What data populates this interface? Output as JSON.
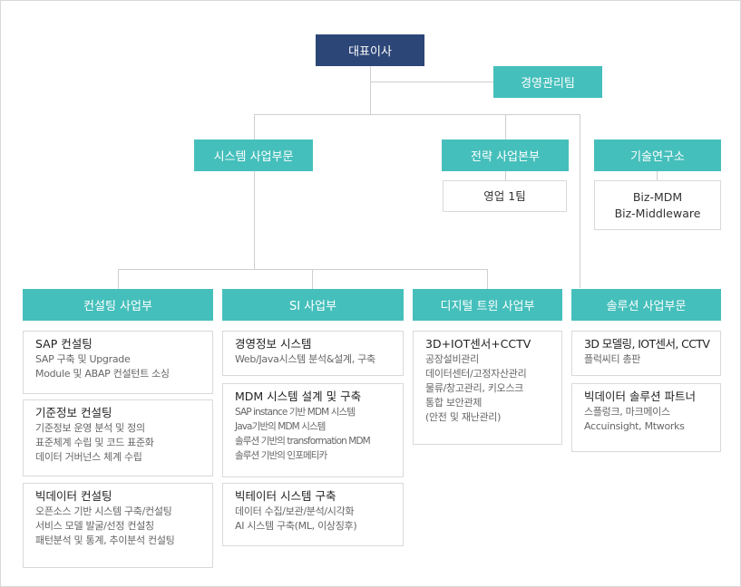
{
  "ceo": "대표이사",
  "management": "경영관리팀",
  "divisions": {
    "system": "시스템 사업부문",
    "strategy": "전략 사업본부",
    "research": "기술연구소",
    "solution": "솔루션 사업부문"
  },
  "strategy_team": "영업 1팀",
  "research_items": [
    "Biz-MDM",
    "Biz-Middleware"
  ],
  "units": {
    "consulting": "컨설팅 사업부",
    "si": "SI 사업부",
    "digital_twin": "디지털 트윈 사업부"
  },
  "consulting_boxes": [
    {
      "title": "SAP 컨설팅",
      "lines": [
        "SAP 구축 및 Upgrade",
        "Module 및 ABAP 컨설턴트 소싱"
      ]
    },
    {
      "title": "기준정보 컨설팅",
      "lines": [
        "기준정보 운영 분석 및 정의",
        "표준체계 수립 및 코드 표준화",
        "데이터 거버넌스 체계 수립"
      ]
    },
    {
      "title": "빅데이터 컨설팅",
      "lines": [
        "오픈소스 기반 시스템 구축/컨설팅",
        "서비스 모델 발굴/선정 컨설칭",
        "패턴분석 및 통계, 추이분석 컨설팅"
      ]
    }
  ],
  "si_boxes": [
    {
      "title": "경영정보 시스템",
      "lines": [
        "Web/Java시스템 분석&설계, 구축"
      ]
    },
    {
      "title": "MDM 시스템 설계 및 구축",
      "lines": [
        "SAP instance 기반 MDM 시스템",
        "Java기반의 MDM 시스템",
        "솔루션 기반의 transformation MDM",
        "솔루션 기반의 인포메티카"
      ]
    },
    {
      "title": "빅테이터 시스템 구축",
      "lines": [
        "데이터 수집/보관/분석/시각화",
        "AI 시스템 구축(ML, 이상징후)"
      ]
    }
  ],
  "digital_twin_box": {
    "title": "3D+IOT센서+CCTV",
    "lines": [
      "공장설비관리",
      "데이터센터/고정자산관리",
      "물류/창고관리, 키오스크",
      "통합 보안관제",
      "(안전 및 재난관리)"
    ]
  },
  "solution_boxes": [
    {
      "title": "3D 모델링, IOT센서, CCTV",
      "lines": [
        "플럭씨티 총판"
      ]
    },
    {
      "title": "빅데이터 솔루션 파트너",
      "lines": [
        "스플렁크, 마크메이스",
        " Accuinsight, Mtworks"
      ]
    }
  ]
}
